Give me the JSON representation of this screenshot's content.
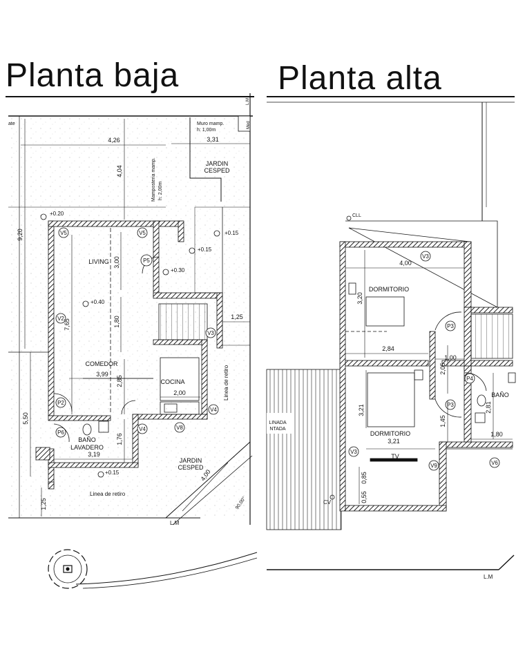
{
  "titles": {
    "ground": "Planta baja",
    "upper": "Planta alta"
  },
  "ground_floor": {
    "rooms": {
      "living": "LIVING",
      "comedor": "COMEDOR",
      "cocina": "COCINA",
      "bano": "BAÑO",
      "lavadero": "LAVADERO",
      "jardin_top": [
        "JARDIN",
        "CESPED"
      ],
      "jardin_bottom": [
        "JARDIN",
        "CESPED"
      ]
    },
    "notes": {
      "muro": [
        "Muro mamp.",
        "h: 1,00m"
      ],
      "mamposteria": "Mamposteria mamp.",
      "mamposteria_h": "h: 2,00m",
      "linea_retiro_bottom": "Linea de retiro",
      "linea_retiro_side": "Linea de retiro",
      "lm": "L.M",
      "angle": "90,00°",
      "ate": "ate",
      "med": "Med",
      "lm_side": "L.M"
    },
    "levels": [
      "+0.20",
      "+0.15",
      "+0.15",
      "+0.30",
      "+0.40",
      "+0.15"
    ],
    "dimensions": {
      "d_426": "4,26",
      "d_404": "4,04",
      "d_331": "3,31",
      "d_920": "9,20",
      "d_300": "3,00",
      "d_765": "7,65",
      "d_180": "1,80",
      "d_399": "3,99",
      "d_285": "2,85",
      "d_200": "2,00",
      "d_125": "1,25",
      "d_550": "5,50",
      "d_176": "1,76",
      "d_319": "3,19",
      "d_400": "4,00",
      "d_125b": "1,25"
    },
    "openings": [
      "V5",
      "V5",
      "P5",
      "V2",
      "V3",
      "P2",
      "P6",
      "V4",
      "V4",
      "V8"
    ]
  },
  "upper_floor": {
    "rooms": {
      "dormitorio_1": "DORMITORIO",
      "dormitorio_2": "DORMITORIO",
      "bano": "BAÑO",
      "tv": "TV",
      "linada": [
        "LINADA",
        "NTADA"
      ]
    },
    "notes": {
      "cll": "CLL",
      "cv": "CV",
      "lm": "L.M"
    },
    "dimensions": {
      "d_400": "4,00",
      "d_320": "3,20",
      "d_284": "2,84",
      "d_100": "1,00",
      "d_205": "2,05",
      "d_321": "3,21",
      "d_321b": "3,21",
      "d_145": "1,45",
      "d_281": "2,81",
      "d_180": "1,80",
      "d_085": "0,85",
      "d_055": "0,55"
    },
    "openings": [
      "V3",
      "P3",
      "P4",
      "P3",
      "V3",
      "V9",
      "V6"
    ]
  },
  "colors": {
    "ink": "#111111",
    "wall_hatch": "#222222",
    "dot": "#bdbdbd"
  }
}
